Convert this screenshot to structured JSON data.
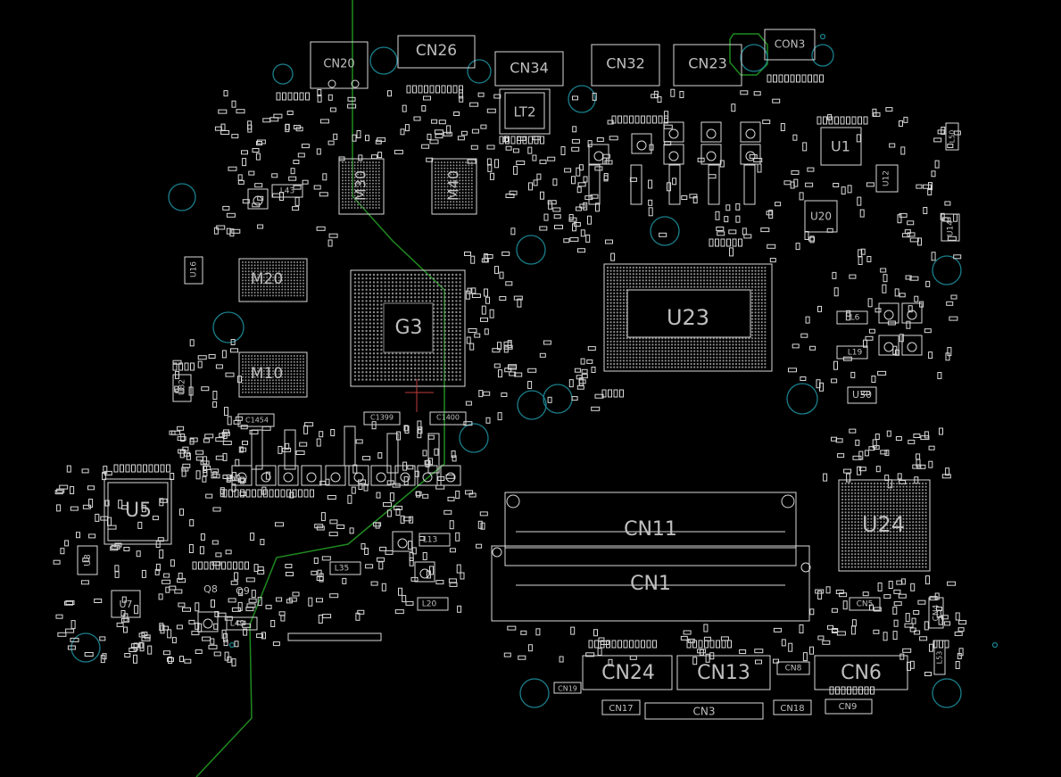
{
  "theme": {
    "background": "#000000",
    "outline": "#d9d9d9",
    "label": "#bfbfbf",
    "trace": "#1f8a1f",
    "hole": "#1a7f8c"
  },
  "labels": {
    "U5": "U5",
    "U7": "U7",
    "U8": "U8",
    "U16": "U16",
    "U82": "U82",
    "M20": "M20",
    "M10": "M10",
    "M30": "M30",
    "M40": "M40",
    "G3": "G3",
    "U23": "U23",
    "U24": "U24",
    "U20": "U20",
    "U1": "U1",
    "U12": "U12",
    "U14": "U14",
    "U30": "U30",
    "CN20": "CN20",
    "CN26": "CN26",
    "CN34": "CN34",
    "CN32": "CN32",
    "CN23": "CN23",
    "CON3": "CON3",
    "LT2": "LT2",
    "CN11": "CN11",
    "CN1": "CN1",
    "CN24": "CN24",
    "CN13": "CN13",
    "CN6": "CN6",
    "CN3": "CN3",
    "CN17": "CN17",
    "CN18": "CN18",
    "CN9": "CN9",
    "CN19": "CN19",
    "CN8": "CN8",
    "CN5": "CN5",
    "CN4": "CN4",
    "L43": "L43",
    "L6": "L6",
    "L19": "L19",
    "L13": "L13",
    "L35": "L35",
    "L20": "L20",
    "L49": "L49",
    "L53": "L53",
    "L50": "L50",
    "Q8": "Q8",
    "Q9": "Q9",
    "C1454": "C1454",
    "C1399": "C1399",
    "C1400": "C1400"
  }
}
